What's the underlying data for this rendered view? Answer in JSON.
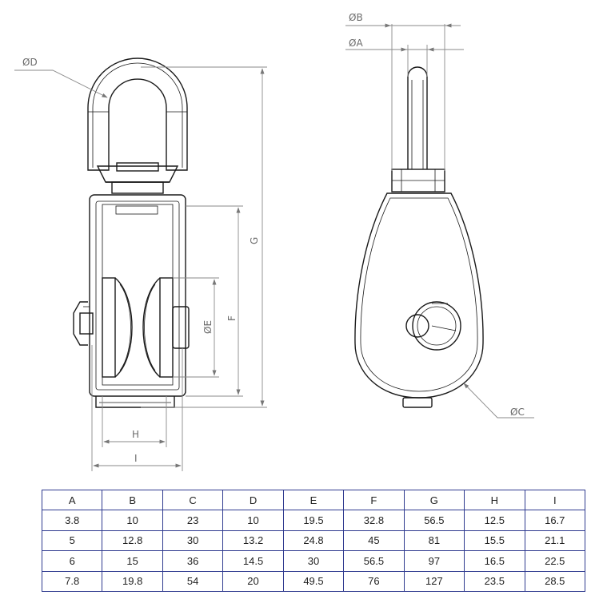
{
  "labels": {
    "dia_d": "ØD",
    "dia_b": "ØB",
    "dia_a": "ØA",
    "dia_e": "ØE",
    "dia_c": "ØC",
    "g": "G",
    "f": "F",
    "h": "H",
    "i": "I"
  },
  "table": {
    "headers": [
      "A",
      "B",
      "C",
      "D",
      "E",
      "F",
      "G",
      "H",
      "I"
    ],
    "rows": [
      [
        "3.8",
        "10",
        "23",
        "10",
        "19.5",
        "32.8",
        "56.5",
        "12.5",
        "16.7"
      ],
      [
        "5",
        "12.8",
        "30",
        "13.2",
        "24.8",
        "45",
        "81",
        "15.5",
        "21.1"
      ],
      [
        "6",
        "15",
        "36",
        "14.5",
        "30",
        "56.5",
        "97",
        "16.5",
        "22.5"
      ],
      [
        "7.8",
        "19.8",
        "54",
        "20",
        "49.5",
        "76",
        "127",
        "23.5",
        "28.5"
      ]
    ]
  }
}
